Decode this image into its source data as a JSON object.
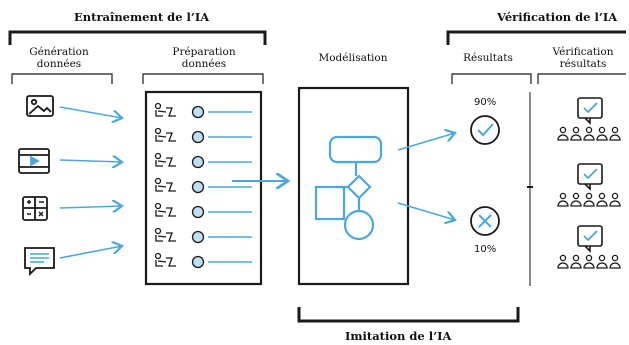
{
  "groups": {
    "training": "Entraînement de l’IA",
    "verification": "Vérification de l’IA",
    "imitation": "Imitation de l’IA"
  },
  "columns": {
    "data_generation": "Génération\ndonnées",
    "data_preparation": "Préparation\ndonnées",
    "modeling": "Modélisation",
    "results": "Résultats",
    "results_verification": "Vérification\nrésultats"
  },
  "results": {
    "success_percent": "90%",
    "failure_percent": "10%"
  },
  "colors": {
    "accent": "#4aa8dd",
    "ink": "#1a1a1a"
  },
  "icons": {
    "inputs": [
      "image-icon",
      "video-icon",
      "calculator-icon",
      "chat-message-icon"
    ],
    "success": "check-circle-icon",
    "failure": "cross-circle-icon",
    "verification": [
      "checked-document-icon",
      "people-group-icon"
    ]
  }
}
